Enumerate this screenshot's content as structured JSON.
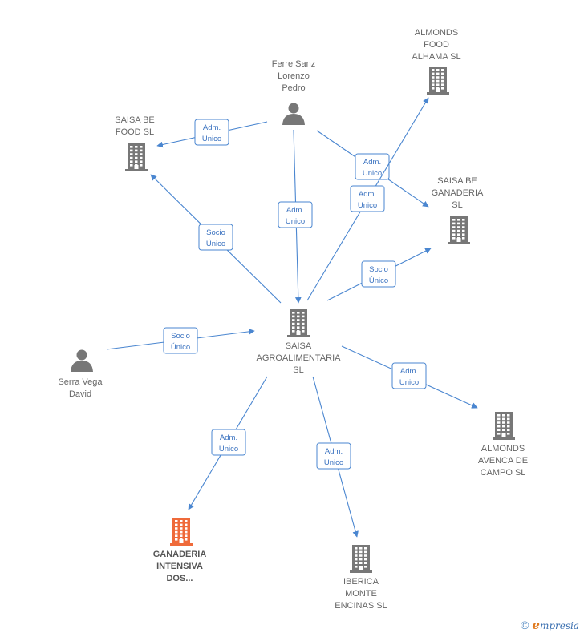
{
  "colors": {
    "edge": "#4a86d0",
    "building": "#777777",
    "building_highlight": "#ef6a3a",
    "person": "#777777"
  },
  "nodes": [
    {
      "id": "ferre",
      "kind": "person",
      "icon": "person-icon",
      "label": [
        "Ferre Sanz",
        "Lorenzo",
        "Pedro"
      ]
    },
    {
      "id": "almonds_alhama",
      "kind": "company",
      "icon": "building-icon",
      "label": [
        "ALMONDS",
        "FOOD",
        "ALHAMA  SL"
      ]
    },
    {
      "id": "saisa_food",
      "kind": "company",
      "icon": "building-icon",
      "label": [
        "SAISA BE",
        "FOOD  SL"
      ]
    },
    {
      "id": "saisa_ganaderia",
      "kind": "company",
      "icon": "building-icon",
      "label": [
        "SAISA BE",
        "GANADERIA",
        "SL"
      ]
    },
    {
      "id": "saisa_agro",
      "kind": "company",
      "icon": "building-icon",
      "label": [
        "SAISA",
        "AGROALIMENTARIA",
        "SL"
      ]
    },
    {
      "id": "serra",
      "kind": "person",
      "icon": "person-icon",
      "label": [
        "Serra Vega",
        "David"
      ]
    },
    {
      "id": "almonds_avenca",
      "kind": "company",
      "icon": "building-icon",
      "label": [
        "ALMONDS",
        "AVENCA DE",
        "CAMPO  SL"
      ]
    },
    {
      "id": "ganaderia_intensiva",
      "kind": "company",
      "icon": "building-icon",
      "highlight": true,
      "label": [
        "GANADERIA",
        "INTENSIVA",
        "DOS..."
      ]
    },
    {
      "id": "iberica",
      "kind": "company",
      "icon": "building-icon",
      "label": [
        "IBERICA",
        "MONTE",
        "ENCINAS  SL"
      ]
    }
  ],
  "edges": [
    {
      "from": "ferre",
      "to": "saisa_food",
      "label": [
        "Adm.",
        "Unico"
      ]
    },
    {
      "from": "ferre",
      "to": "saisa_agro",
      "label": [
        "Adm.",
        "Unico"
      ]
    },
    {
      "from": "ferre",
      "to": "saisa_ganaderia",
      "label": [
        "Adm.",
        "Unico"
      ]
    },
    {
      "from": "saisa_agro",
      "to": "almonds_alhama",
      "label": [
        "Adm.",
        "Unico"
      ]
    },
    {
      "from": "saisa_agro",
      "to": "saisa_food",
      "label": [
        "Socio",
        "Único"
      ]
    },
    {
      "from": "saisa_agro",
      "to": "saisa_ganaderia",
      "label": [
        "Socio",
        "Único"
      ]
    },
    {
      "from": "serra",
      "to": "saisa_agro",
      "label": [
        "Socio",
        "Único"
      ]
    },
    {
      "from": "saisa_agro",
      "to": "almonds_avenca",
      "label": [
        "Adm.",
        "Unico"
      ]
    },
    {
      "from": "saisa_agro",
      "to": "ganaderia_intensiva",
      "label": [
        "Adm.",
        "Unico"
      ]
    },
    {
      "from": "saisa_agro",
      "to": "iberica",
      "label": [
        "Adm.",
        "Unico"
      ]
    }
  ],
  "brand": {
    "copyright_symbol": "©",
    "name_initial": "e",
    "name_rest": "mpresia"
  }
}
